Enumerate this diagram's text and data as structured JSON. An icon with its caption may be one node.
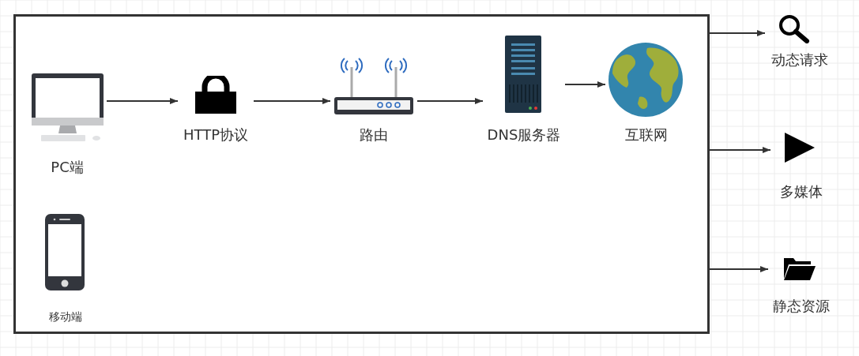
{
  "diagram": {
    "nodes": [
      {
        "text": [],
        "shape": "box"
      },
      {
        "text": [
          "PC端"
        ],
        "in": 0
      },
      {
        "text": [
          "HTTP协议"
        ],
        "in": 0
      },
      {
        "text": [
          "路由"
        ],
        "in": 0
      },
      {
        "text": [
          "DNS服务器"
        ],
        "in": 0
      },
      {
        "text": [
          "互联网"
        ],
        "in": 0
      },
      {
        "text": [
          "移动端"
        ],
        "in": 0
      },
      {
        "text": [
          "动态请求"
        ]
      },
      {
        "text": [
          "多媒体"
        ]
      },
      {
        "text": [
          "静态资源"
        ]
      }
    ],
    "edges": [
      {
        "from": 1,
        "to": 2,
        "arrow": "to"
      },
      {
        "from": 2,
        "to": 3,
        "arrow": "to"
      },
      {
        "from": 3,
        "to": 4,
        "arrow": "to"
      },
      {
        "from": 4,
        "to": 5,
        "arrow": "to"
      },
      {
        "from": 0,
        "to": 7,
        "arrow": "to"
      },
      {
        "from": 0,
        "to": 8,
        "arrow": "to"
      },
      {
        "from": 0,
        "to": 9,
        "arrow": "to"
      }
    ]
  }
}
